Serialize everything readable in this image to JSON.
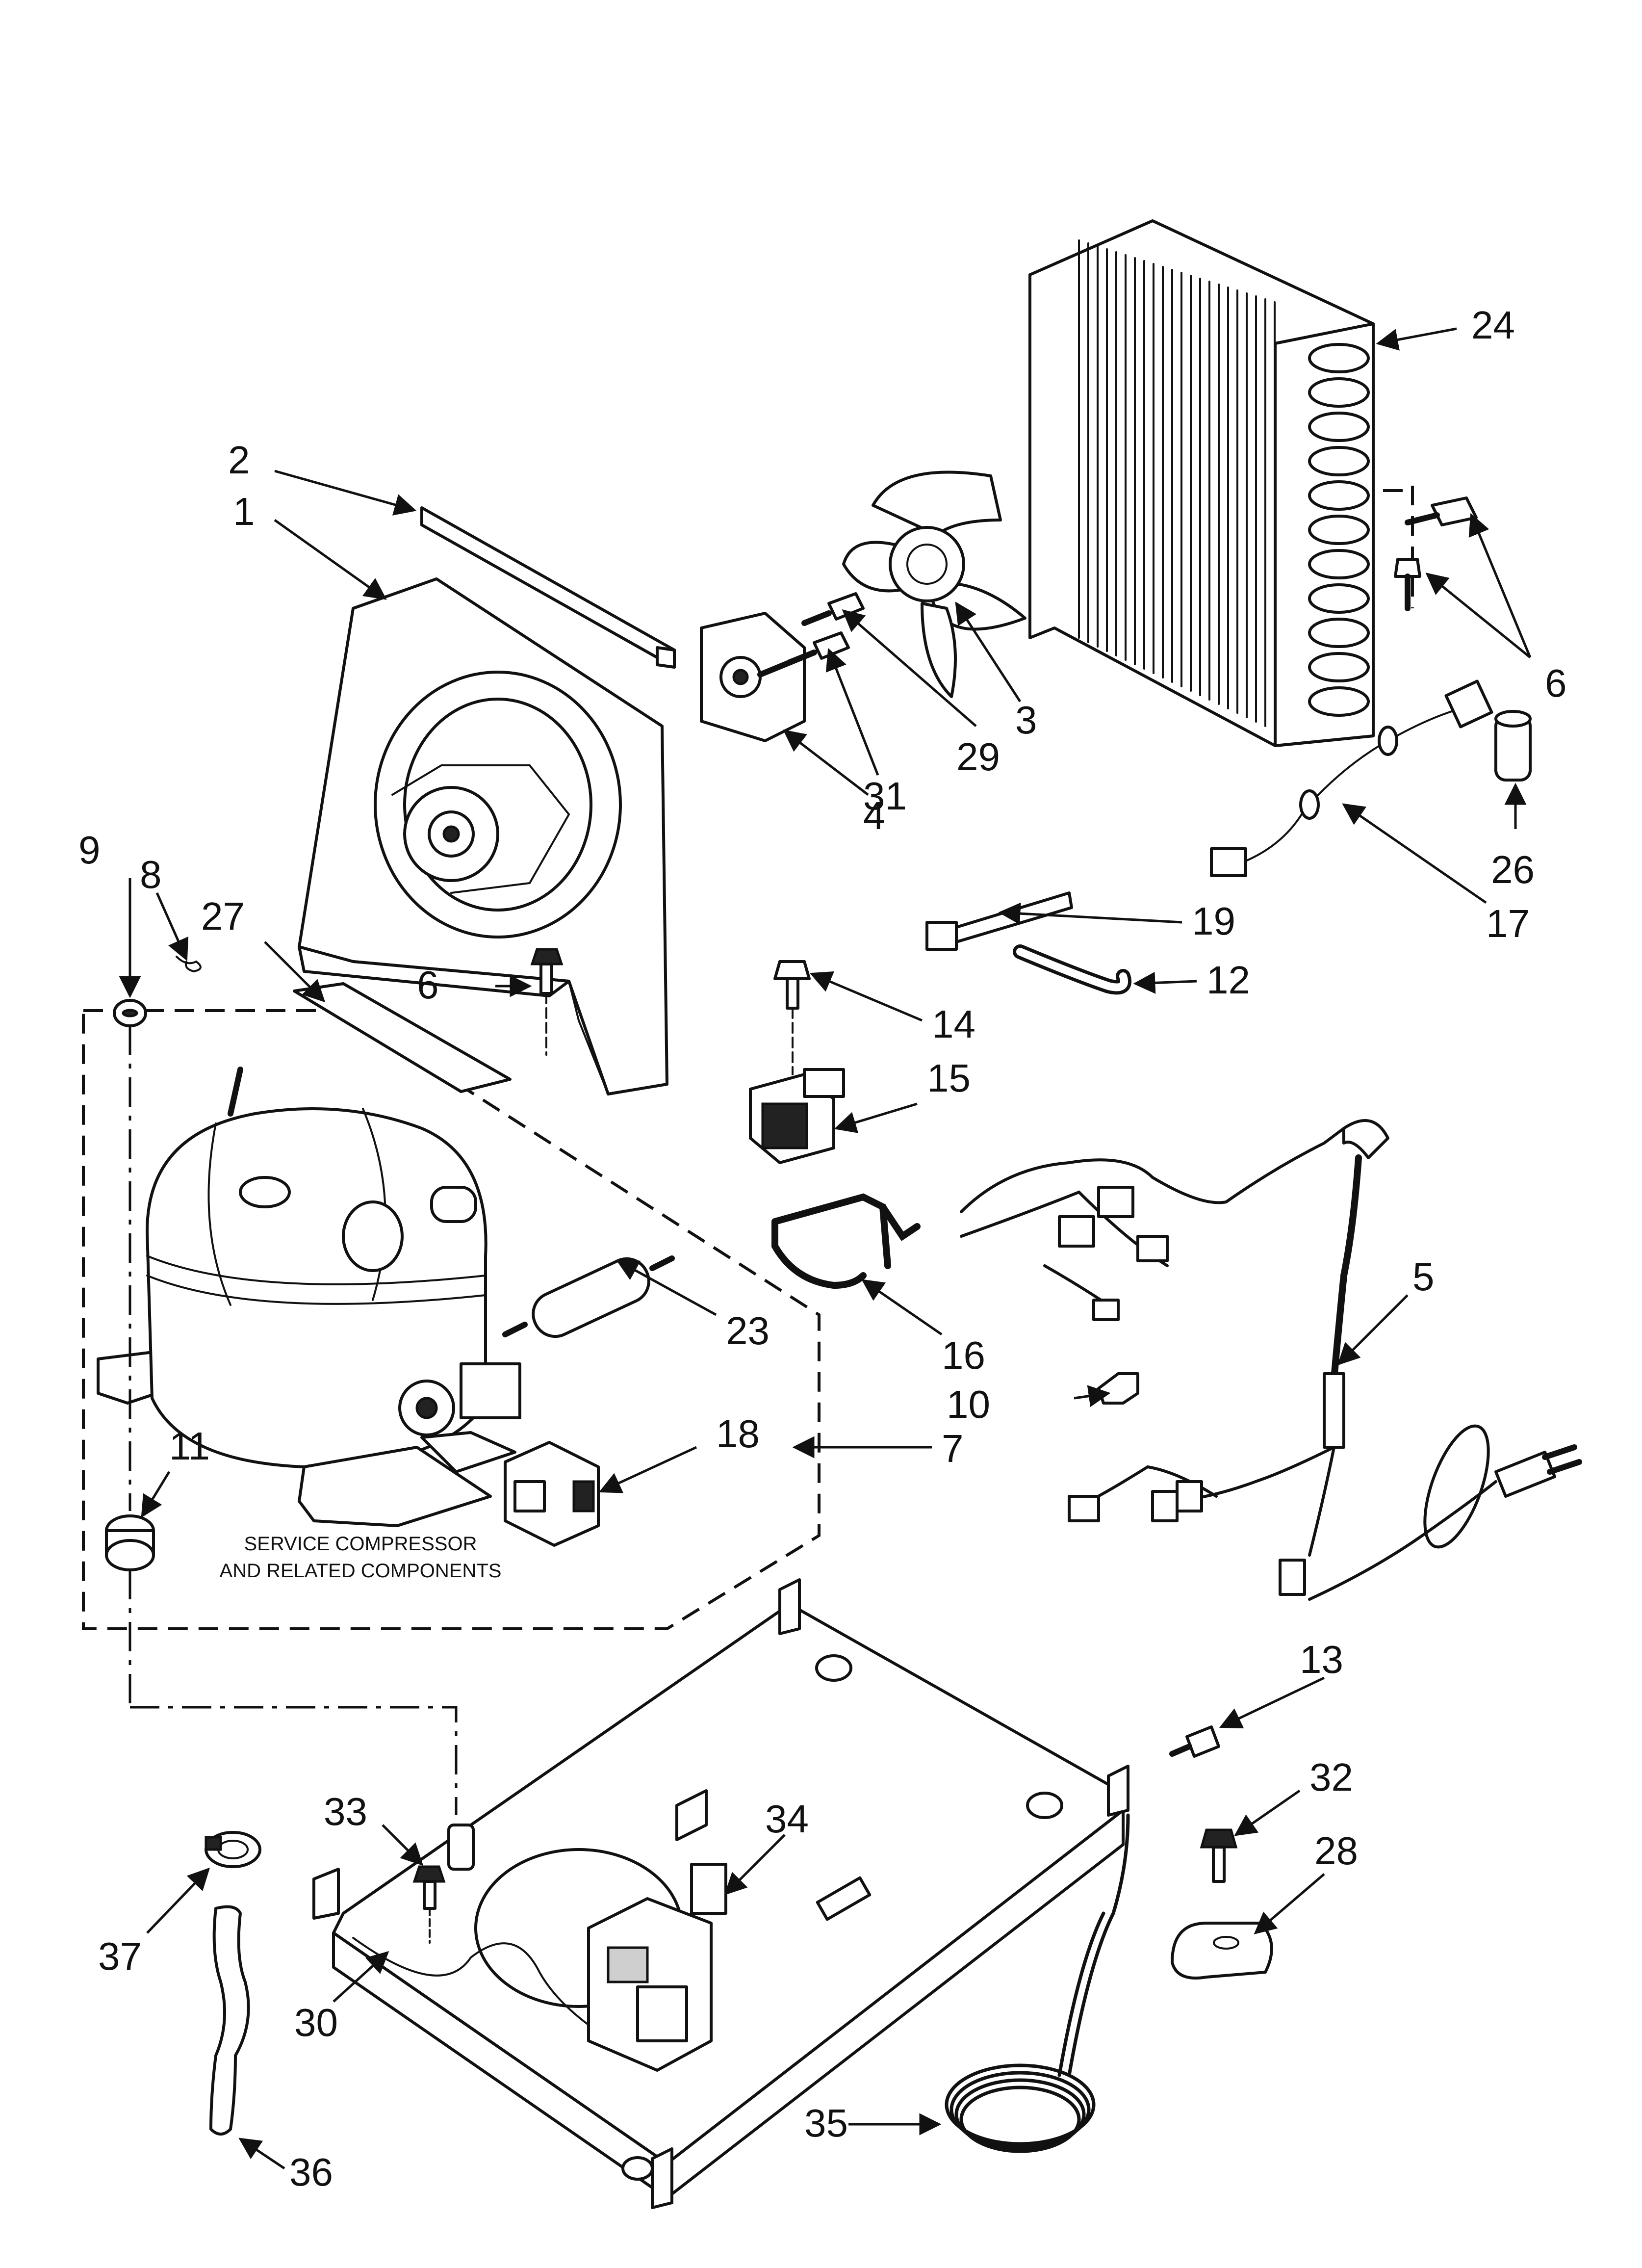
{
  "note": {
    "line1": "SERVICE COMPRESSOR",
    "line2": "AND RELATED COMPONENTS"
  },
  "callouts": {
    "p1": "1",
    "p2": "2",
    "p3": "3",
    "p4": "4",
    "p5": "5",
    "p6a": "6",
    "p6b": "6",
    "p7": "7",
    "p8": "8",
    "p9": "9",
    "p10": "10",
    "p11": "11",
    "p12": "12",
    "p13": "13",
    "p14": "14",
    "p15": "15",
    "p16": "16",
    "p17": "17",
    "p18": "18",
    "p19": "19",
    "p23": "23",
    "p24": "24",
    "p26": "26",
    "p27": "27",
    "p28": "28",
    "p29": "29",
    "p30": "30",
    "p31": "31",
    "p32": "32",
    "p33": "33",
    "p34": "34",
    "p35": "35",
    "p36": "36",
    "p37": "37"
  },
  "colors": {
    "ink": "#111111",
    "paper": "#ffffff"
  }
}
